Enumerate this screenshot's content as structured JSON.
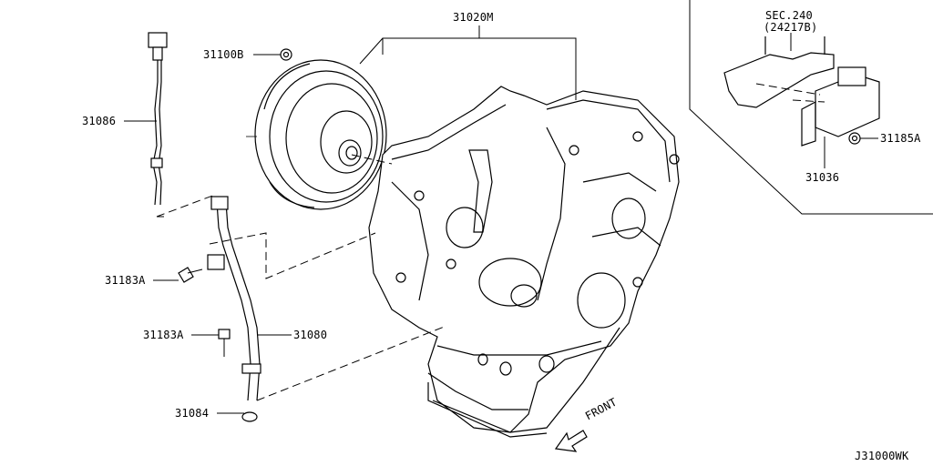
{
  "labels": {
    "p31020m": "31020M",
    "p31100b": "31100B",
    "p31086": "31086",
    "p31183a_1": "31183A",
    "p31183a_2": "31183A",
    "p31080": "31080",
    "p31084": "31084",
    "sec240_line1": "SEC.240",
    "sec240_line2": "(24217B)",
    "p31185a": "31185A",
    "p31036": "31036",
    "front": "FRONT",
    "diagram_code": "J31000WK"
  }
}
